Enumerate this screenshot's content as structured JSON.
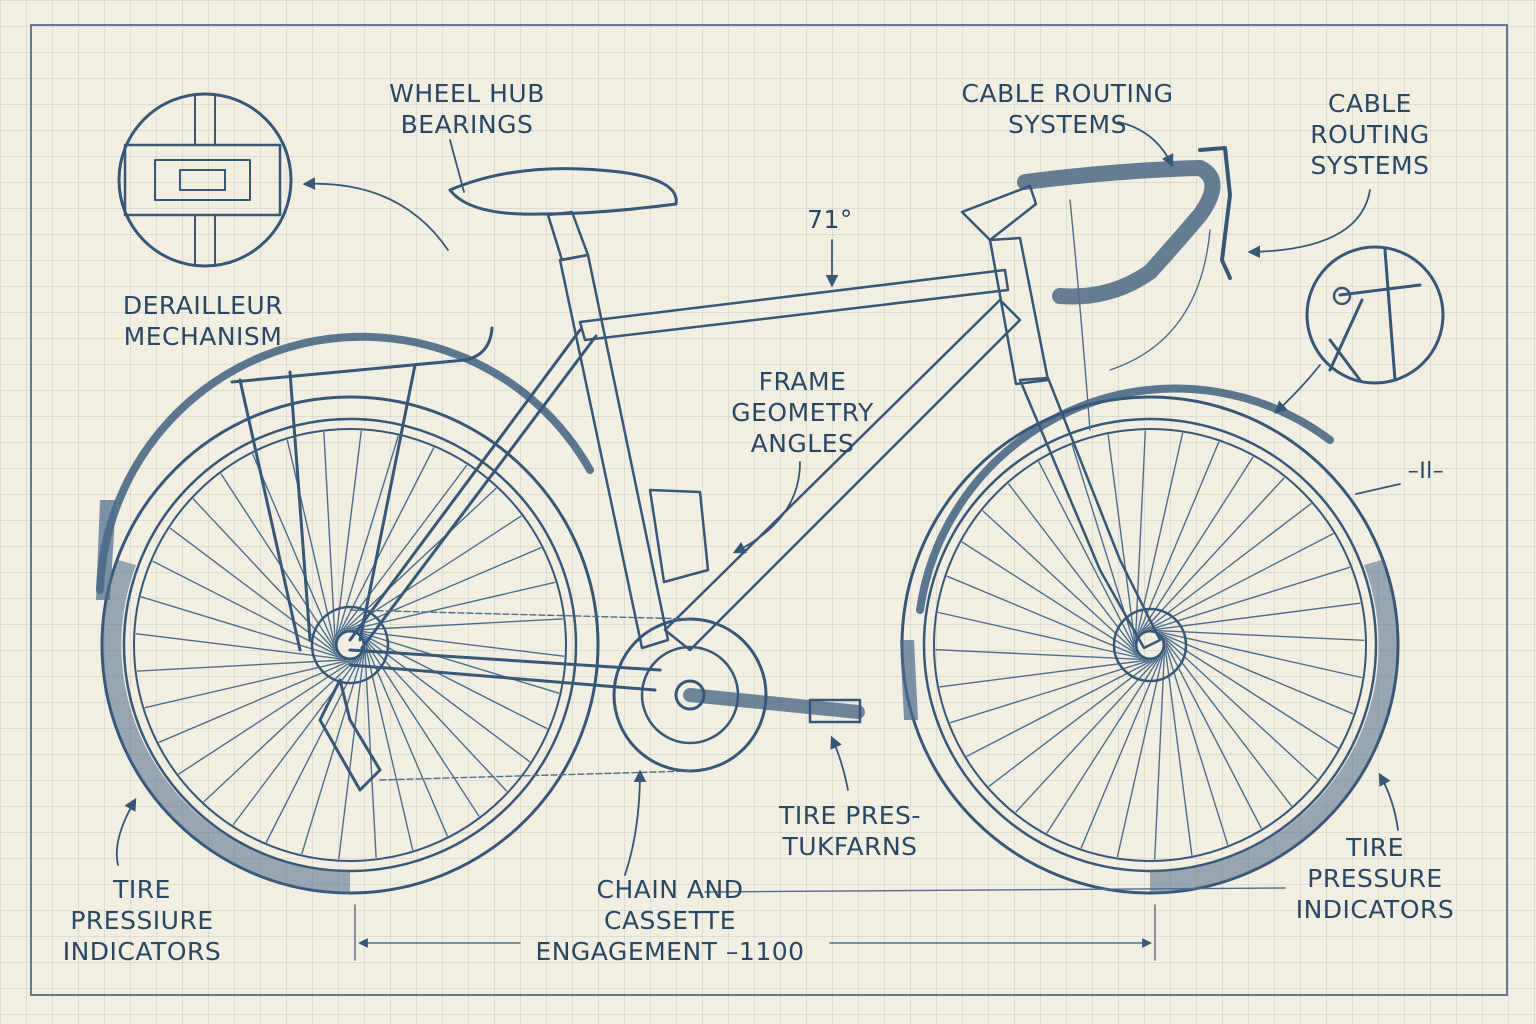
{
  "labels": {
    "wheel_hub": [
      "WHEEL HUB",
      "BEARINGS"
    ],
    "cable_routing_top": [
      "CABLE ROUTING",
      "SYSTEMS"
    ],
    "cable_routing_right": [
      "CABLE",
      "ROUTING",
      "SYSTEMS"
    ],
    "derailleur": [
      "DERAILLEUR",
      "MECHANISM"
    ],
    "frame_geometry": [
      "FRAME",
      "GEOMETRY",
      "ANGLES"
    ],
    "tire_left": [
      "TIRE",
      "PRESSIURE",
      "INDICATORS"
    ],
    "chain": [
      "CHAIN AND",
      "CASSETTE",
      "ENGAGEMENT –1100"
    ],
    "tire_middle": [
      "TIRE PRES-",
      "TUKFARNS"
    ],
    "tire_right": [
      "TIRE",
      "PRESSURE",
      "INDICATORS"
    ]
  },
  "annotations": {
    "angle": "71°",
    "tick": "–Il–"
  },
  "colors": {
    "ink": "#35577a",
    "paper": "#f3efe0",
    "grid": "#7b8ca4",
    "tyre": "#4a6a8b"
  },
  "icons": {
    "hub_detail": "hub-cross-section-icon",
    "lever_detail": "brake-lever-detail-icon"
  }
}
